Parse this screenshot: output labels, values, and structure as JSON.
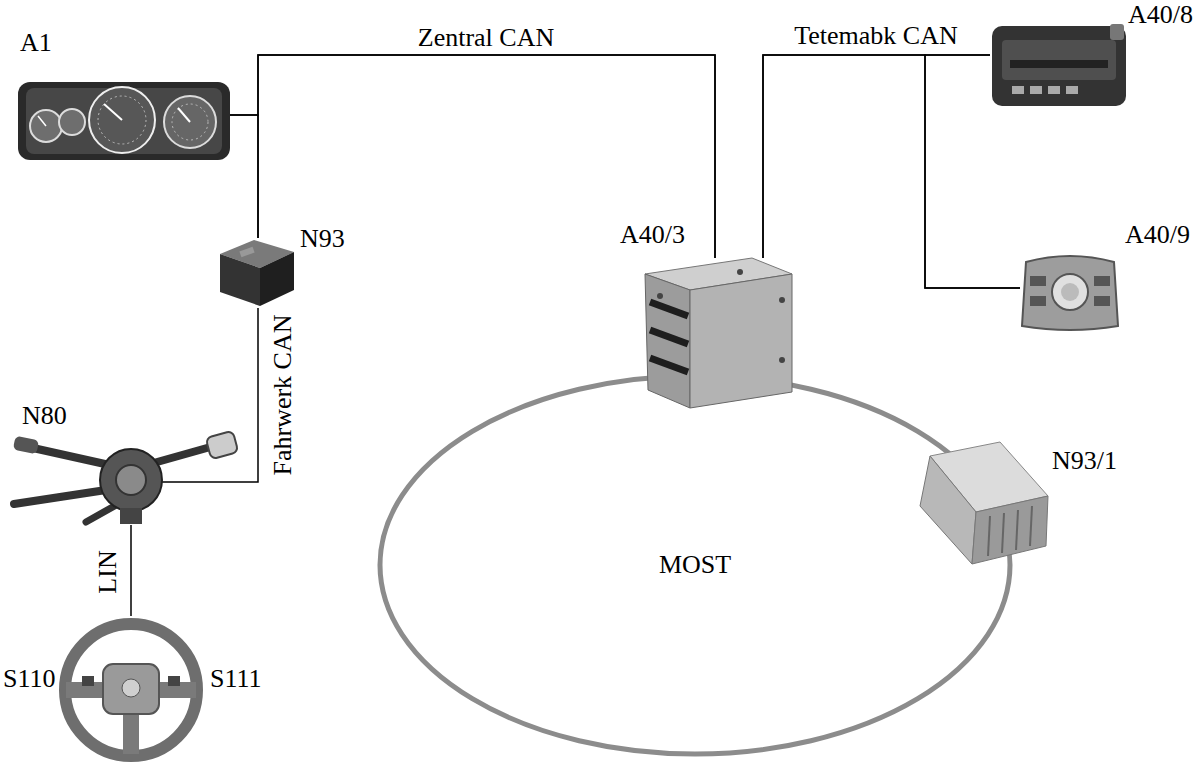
{
  "diagram": {
    "nodes": [
      {
        "text": [
          "A1"
        ]
      },
      {
        "text": [
          "N93"
        ]
      },
      {
        "text": [
          "N80"
        ]
      },
      {
        "text": [
          "S110",
          "S111"
        ]
      },
      {
        "text": [
          "MOST"
        ]
      },
      {
        "text": [
          "A40/3"
        ]
      },
      {
        "text": [
          "N93/1"
        ]
      },
      {
        "text": [
          "A40/8"
        ]
      },
      {
        "text": [
          "A40/9"
        ]
      }
    ],
    "edges": [
      {
        "from": 0,
        "to": 5,
        "label": "Zentral CAN",
        "arrow": "none"
      },
      {
        "from": 1,
        "to": 0,
        "arrow": "none"
      },
      {
        "from": 1,
        "to": 5,
        "arrow": "none"
      },
      {
        "from": 1,
        "to": 2,
        "label": "Fahrwerk CAN",
        "arrow": "none"
      },
      {
        "from": 2,
        "to": 3,
        "label": "LIN",
        "arrow": "none"
      },
      {
        "from": 5,
        "to": 7,
        "label": "Tetemabk CAN",
        "arrow": "none"
      },
      {
        "from": 5,
        "to": 8,
        "arrow": "none"
      },
      {
        "from": 7,
        "to": 8,
        "arrow": "none"
      }
    ]
  }
}
